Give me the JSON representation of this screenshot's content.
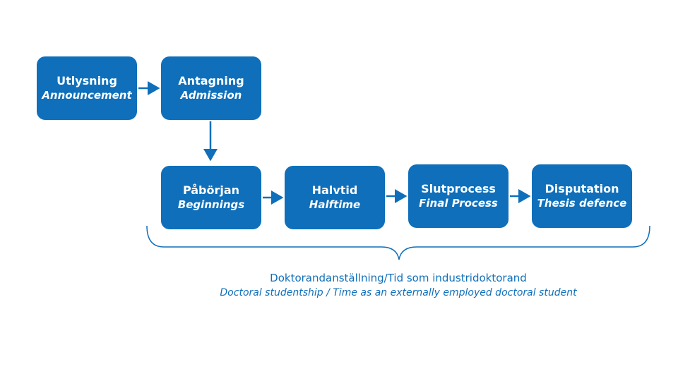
{
  "colors": {
    "box": "#0f6fba",
    "text_on_box": "#ffffff",
    "caption": "#0f6fba"
  },
  "steps": [
    {
      "sv": "Utlysning",
      "en": "Announcement"
    },
    {
      "sv": "Antagning",
      "en": "Admission"
    },
    {
      "sv": "Påbörjan",
      "en": "Beginnings"
    },
    {
      "sv": "Halvtid",
      "en": "Halftime"
    },
    {
      "sv": "Slutprocess",
      "en": "Final Process"
    },
    {
      "sv": "Disputation",
      "en": "Thesis defence"
    }
  ],
  "brace_caption": {
    "sv": "Doktorandanställning/Tid som industridoktorand",
    "en": "Doctoral studentship / Time as an externally employed doctoral student"
  }
}
